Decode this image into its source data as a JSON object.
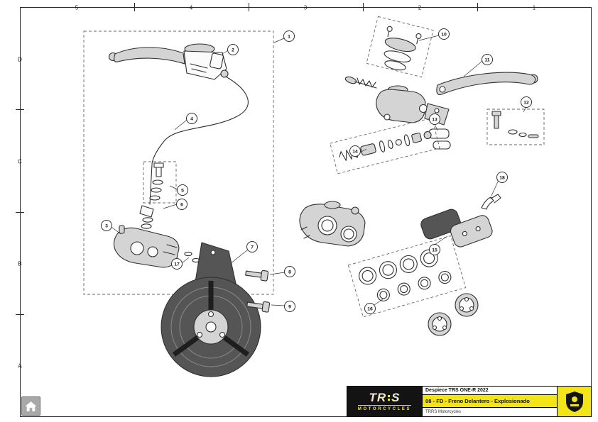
{
  "frame": {
    "top_labels": [
      "5",
      "4",
      "3",
      "2",
      "1"
    ],
    "side_labels": [
      "D",
      "C",
      "B",
      "A"
    ]
  },
  "callouts": [
    {
      "n": "1"
    },
    {
      "n": "2"
    },
    {
      "n": "4"
    },
    {
      "n": "5"
    },
    {
      "n": "6"
    },
    {
      "n": "3"
    },
    {
      "n": "17"
    },
    {
      "n": "7"
    },
    {
      "n": "8"
    },
    {
      "n": "9"
    },
    {
      "n": "10"
    },
    {
      "n": "11"
    },
    {
      "n": "12"
    },
    {
      "n": "13"
    },
    {
      "n": "14"
    },
    {
      "n": "18"
    },
    {
      "n": "15"
    },
    {
      "n": "16"
    }
  ],
  "title_block": {
    "logo_text_main": "TR",
    "logo_text_end": "S",
    "logo_subtitle": "MOTORCYCLES",
    "doc_title": "Despiece TRS ONE-R  2022",
    "doc_subtitle": "08 - FD - Freno Delantero - Explosionado",
    "doc_footer": "TRRS Motorcycles"
  },
  "colors": {
    "accent_yellow": "#f3e417",
    "logo_cream": "#efe8cf",
    "sheet_line": "#2f2f2f"
  },
  "icons": {
    "home_icon": "house",
    "brand_emblem_icon": "shield"
  }
}
